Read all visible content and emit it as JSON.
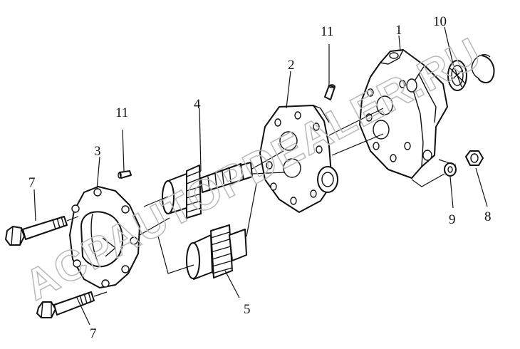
{
  "diagram": {
    "callouts": {
      "n1": "1",
      "n2": "2",
      "n3": "3",
      "n4": "4",
      "n5": "5",
      "n7a": "7",
      "n7b": "7",
      "n8": "8",
      "n9": "9",
      "n10": "10",
      "n11a": "11",
      "n11b": "11"
    },
    "watermark": "ACPAUTOPDEALER.RU"
  }
}
